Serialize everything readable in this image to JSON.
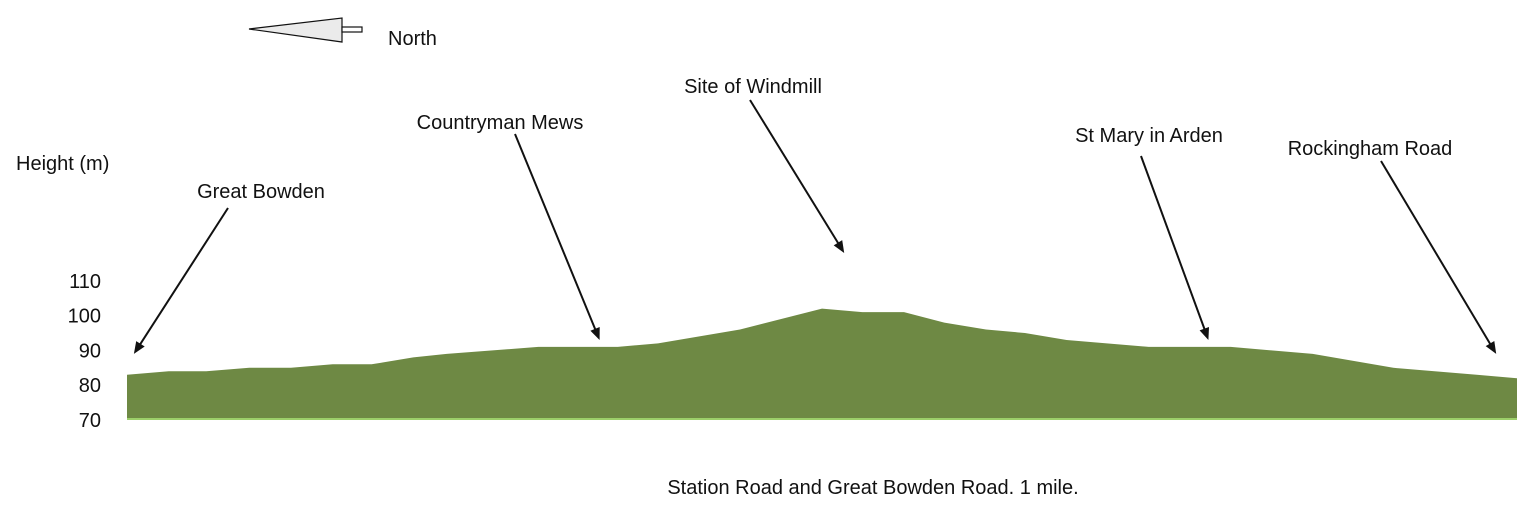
{
  "compass": {
    "label": "North",
    "icon": "north-arrow-icon"
  },
  "colors": {
    "terrain_fill": "#6e8944",
    "baseline": "#9ccf6a",
    "text": "#111111",
    "arrow": "#111111"
  },
  "chart_data": {
    "type": "area",
    "title": "Station Road and Great Bowden Road.  1 mile.",
    "ylabel": "Height (m)",
    "xlabel": "",
    "ylim": [
      70,
      110
    ],
    "yticks": [
      "70",
      "80",
      "90",
      "100",
      "110"
    ],
    "grid": false,
    "x": [
      0,
      0.03,
      0.057,
      0.088,
      0.118,
      0.148,
      0.176,
      0.206,
      0.23,
      0.296,
      0.353,
      0.382,
      0.441,
      0.5,
      0.529,
      0.559,
      0.588,
      0.618,
      0.646,
      0.676,
      0.735,
      0.794,
      0.853,
      0.911,
      0.971,
      1.0
    ],
    "values": [
      83,
      84,
      84,
      85,
      85,
      86,
      86,
      88,
      89,
      91,
      91,
      92,
      96,
      102,
      101,
      101,
      98,
      96,
      95,
      93,
      91,
      91,
      89,
      85,
      83,
      82
    ],
    "annotations": [
      {
        "label": "Great Bowden",
        "x": 0.005,
        "y": 89
      },
      {
        "label": "Countryman Mews",
        "x": 0.34,
        "y": 93
      },
      {
        "label": "Site of Windmill",
        "x": 0.516,
        "y": 118
      },
      {
        "label": "St Mary in Arden",
        "x": 0.778,
        "y": 93
      },
      {
        "label": "Rockingham Road",
        "x": 0.985,
        "y": 89
      }
    ]
  }
}
